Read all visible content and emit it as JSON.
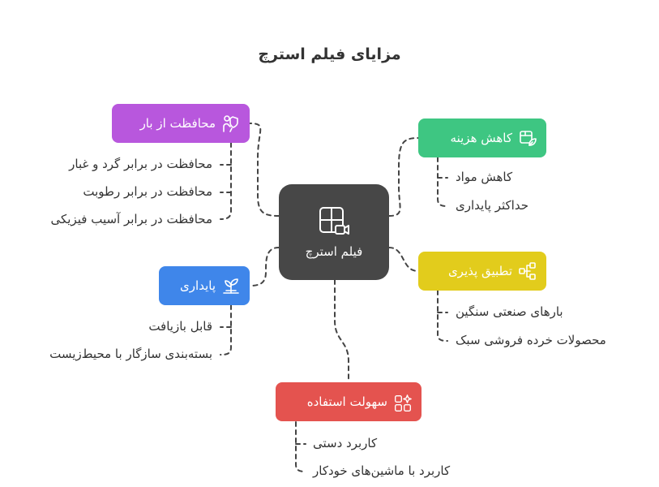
{
  "title": "مزایای فیلم استرچ",
  "center": {
    "label": "فیلم استرچ",
    "icon": "film-camera-icon",
    "color": "#474747"
  },
  "nodes": {
    "protection": {
      "label": "محافظت از بار",
      "icon": "shield-hand-icon",
      "color": "#b857dd",
      "items": [
        "محافظت در برابر گرد و غبار",
        "محافظت در برابر رطوبت",
        "محافظت در برابر آسیب فیزیکی"
      ]
    },
    "cost": {
      "label": "کاهش هزینه",
      "icon": "box-leaf-icon",
      "color": "#3ec682",
      "items": [
        "کاهش مواد",
        "حداکثر پایداری"
      ]
    },
    "stability": {
      "label": "پایداری",
      "icon": "plant-icon",
      "color": "#3f86ea",
      "items": [
        "قابل بازیافت",
        "بسته‌بندی سازگار با محیط‌زیست"
      ]
    },
    "applicability": {
      "label": "تطبیق پذیری",
      "icon": "share-network-icon",
      "color": "#e2cc1c",
      "items": [
        "بارهای صنعتی سنگین",
        "محصولات خرده فروشی سبک"
      ]
    },
    "ease": {
      "label": "سهولت استفاده",
      "icon": "apps-sparkle-icon",
      "color": "#e4534f",
      "items": [
        "کاربرد دستی",
        "کاربرد با ماشین‌های خودکار"
      ]
    }
  }
}
